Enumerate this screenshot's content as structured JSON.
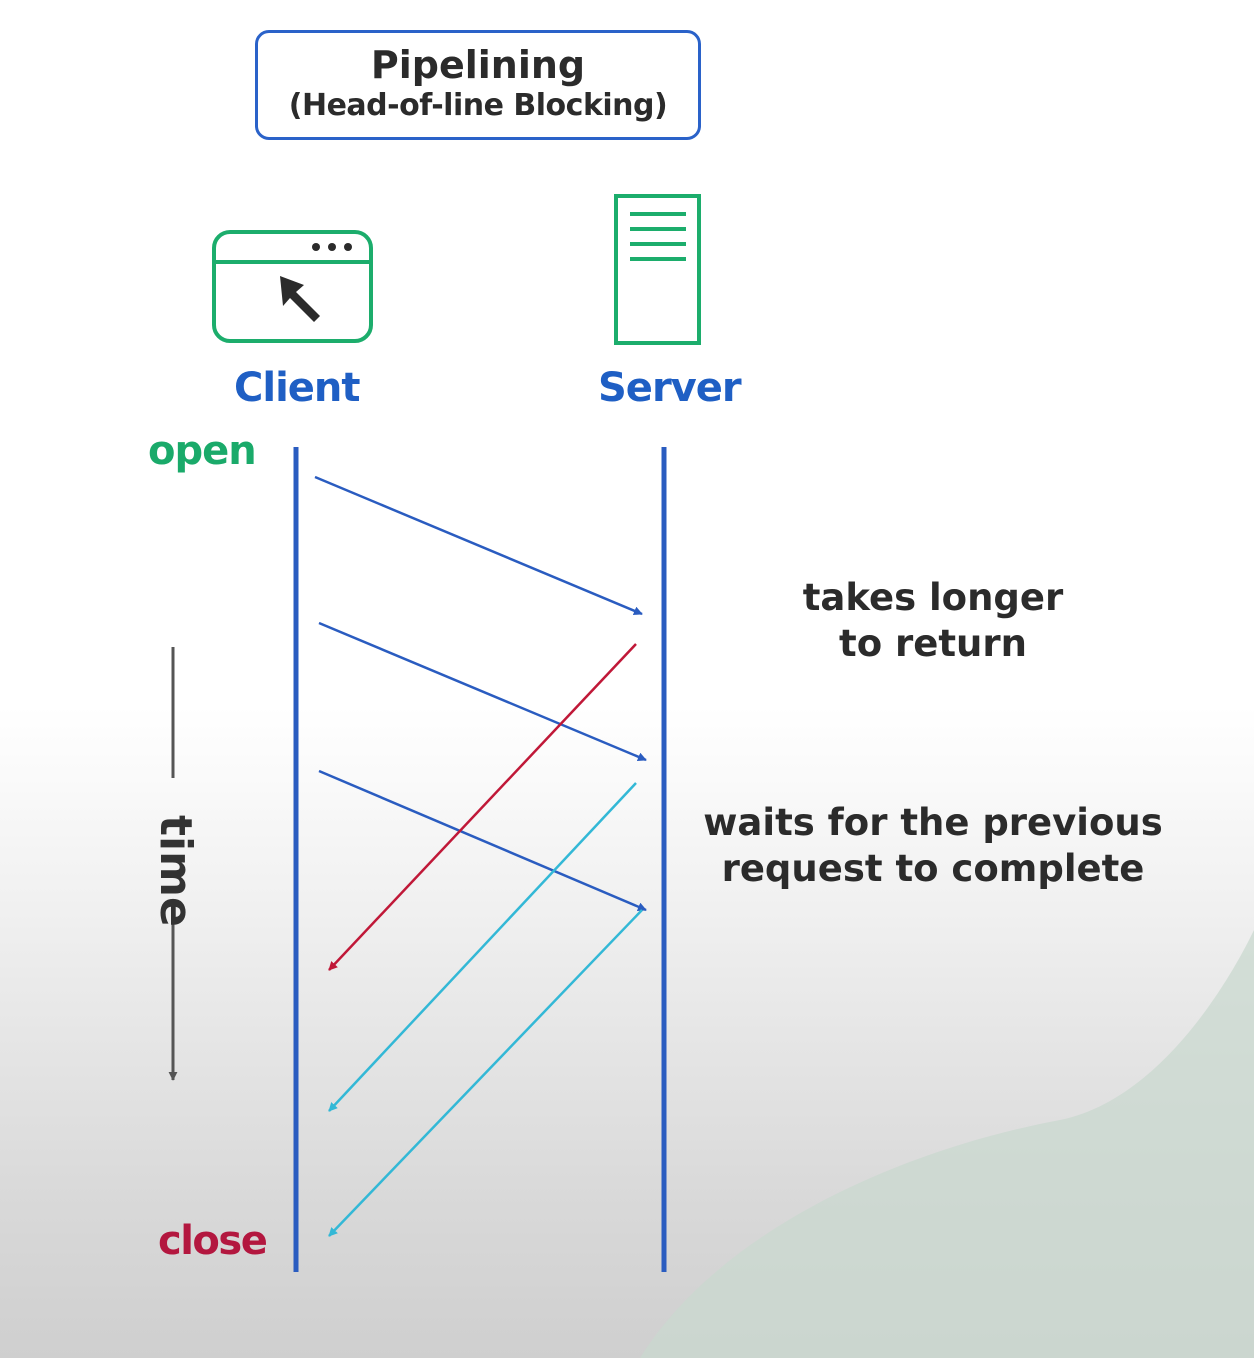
{
  "title": {
    "main": "Pipelining",
    "sub": "(Head-of-line Blocking)"
  },
  "actors": {
    "client": "Client",
    "server": "Server"
  },
  "timeline": {
    "open": "open",
    "close": "close",
    "axis": "time"
  },
  "notes": {
    "slow_response_line1": "takes longer",
    "slow_response_line2": "to return",
    "blocked_line1": "waits for the previous",
    "blocked_line2": "request to complete"
  },
  "colors": {
    "frame": "#2a62c9",
    "lifeline": "#2a5cc0",
    "request": "#2a5cc0",
    "slow_response": "#c01838",
    "response": "#33b8d6",
    "icon": "#1cad6c",
    "open": "#1aaa6a",
    "close": "#b3173f"
  },
  "icons": {
    "client": "browser-window-icon",
    "server": "server-icon"
  }
}
